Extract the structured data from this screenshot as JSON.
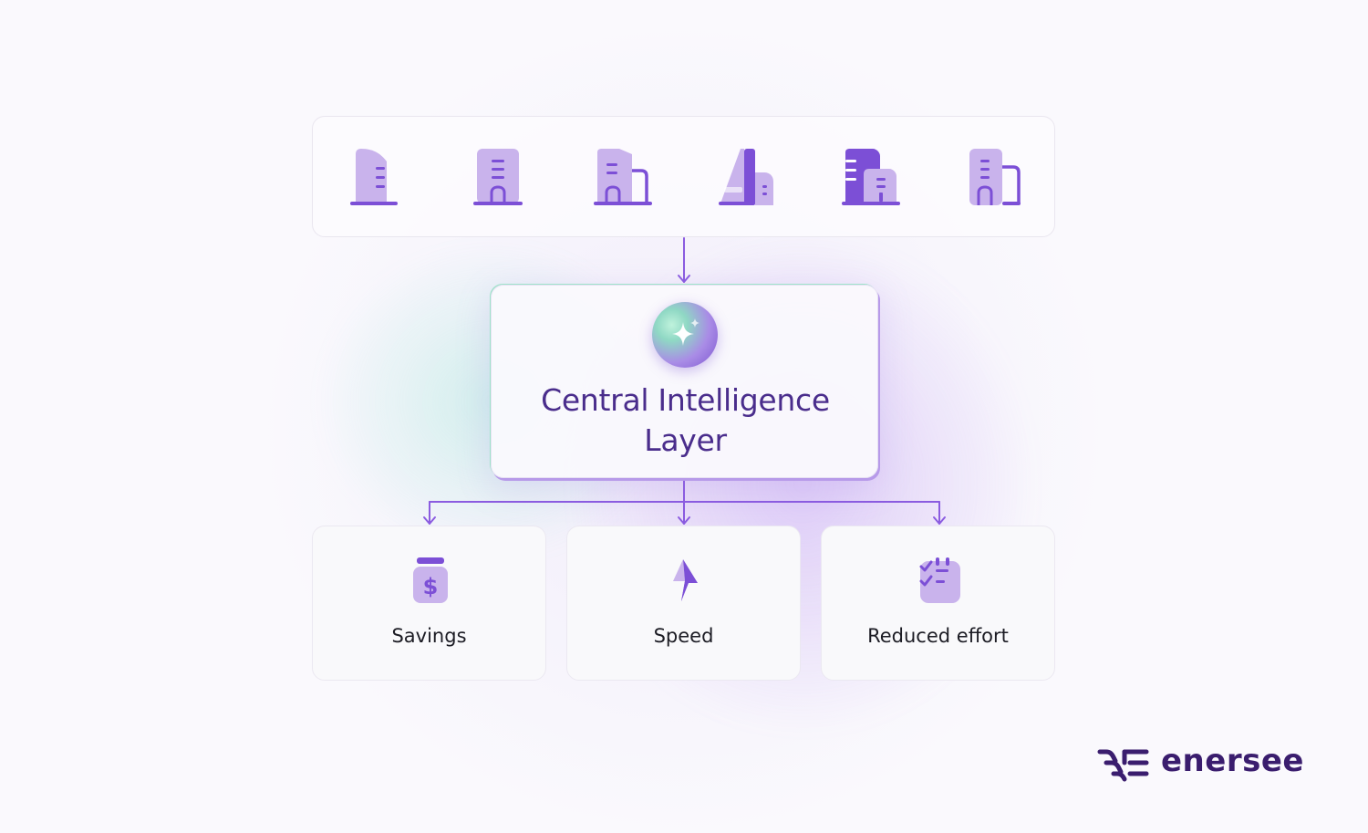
{
  "colors": {
    "accent": "#7c4fd6",
    "icon_light": "#c9b3ec",
    "icon_dark": "#7c4fd6",
    "title": "#4a2d8c",
    "brand": "#3a1d6e"
  },
  "buildings": {
    "icons": [
      "building-icon-1",
      "building-icon-2",
      "building-icon-3",
      "building-icon-4",
      "building-icon-5",
      "building-icon-6"
    ]
  },
  "central": {
    "icon": "sparkle-icon",
    "title_line1": "Central Intelligence",
    "title_line2": "Layer"
  },
  "benefits": [
    {
      "icon": "money-jar-icon",
      "label": "Savings"
    },
    {
      "icon": "lightning-icon",
      "label": "Speed"
    },
    {
      "icon": "checklist-calendar-icon",
      "label": "Reduced effort"
    }
  ],
  "brand": {
    "name": "enersee",
    "logo_icon": "enersee-logo-icon"
  }
}
